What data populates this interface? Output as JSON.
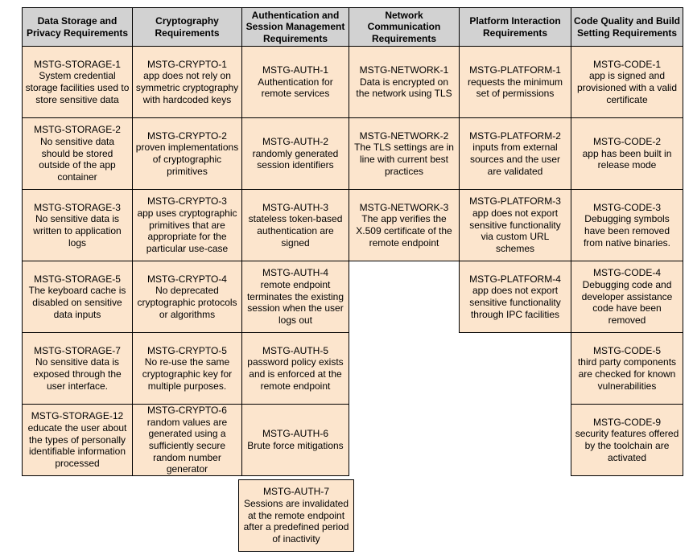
{
  "colors": {
    "header_bg": "#d2d2d2",
    "cell_bg": "#fce5cd",
    "border": "#000000",
    "page_bg": "#ffffff"
  },
  "table": {
    "columns": [
      {
        "header": "Data Storage and Privacy Requirements",
        "cells": [
          {
            "id": "MSTG-STORAGE-1",
            "text": "System credential storage facilities used to store sensitive data"
          },
          {
            "id": "MSTG-STORAGE-2",
            "text": "No sensitive data should be stored outside of the app container"
          },
          {
            "id": "MSTG-STORAGE-3",
            "text": "No sensitive data is written to application logs"
          },
          {
            "id": "MSTG-STORAGE-5",
            "text": "The keyboard cache is disabled on sensitive data inputs"
          },
          {
            "id": "MSTG-STORAGE-7",
            "text": "No sensitive data is exposed through the user interface."
          },
          {
            "id": "MSTG-STORAGE-12",
            "text": "educate the user about the types of personally identifiable information processed"
          }
        ]
      },
      {
        "header": "Cryptography Requirements",
        "cells": [
          {
            "id": "MSTG-CRYPTO-1",
            "text": "app does not rely on symmetric cryptography with hardcoded keys"
          },
          {
            "id": "MSTG-CRYPTO-2",
            "text": "proven implementations of cryptographic primitives"
          },
          {
            "id": "MSTG-CRYPTO-3",
            "text": "app uses cryptographic primitives that are appropriate for the particular use-case"
          },
          {
            "id": "MSTG-CRYPTO-4",
            "text": "No deprecated cryptographic protocols or algorithms"
          },
          {
            "id": "MSTG-CRYPTO-5",
            "text": "No re-use the same cryptographic key for multiple purposes."
          },
          {
            "id": "MSTG-CRYPTO-6",
            "text": "random values are generated using a sufficiently secure random number generator"
          }
        ]
      },
      {
        "header": "Authentication and Session Management Requirements",
        "cells": [
          {
            "id": "MSTG-AUTH-1",
            "text": "Authentication for remote services"
          },
          {
            "id": "MSTG-AUTH-2",
            "text": "randomly generated session identifiers"
          },
          {
            "id": "MSTG-AUTH-3",
            "text": "stateless token-based authentication are signed"
          },
          {
            "id": "MSTG-AUTH-4",
            "text": "remote endpoint terminates the existing session when the user logs out"
          },
          {
            "id": "MSTG-AUTH-5",
            "text": "password policy exists and is enforced at the remote endpoint"
          },
          {
            "id": "MSTG-AUTH-6",
            "text": "Brute force mitigations"
          },
          {
            "id": "MSTG-AUTH-7",
            "text": "Sessions are invalidated at the remote endpoint after a predefined period of inactivity"
          }
        ]
      },
      {
        "header": "Network Communication Requirements",
        "cells": [
          {
            "id": "MSTG-NETWORK-1",
            "text": "Data is encrypted on the network using TLS"
          },
          {
            "id": "MSTG-NETWORK-2",
            "text": "The TLS settings are in line with current best practices"
          },
          {
            "id": "MSTG-NETWORK-3",
            "text": "The app verifies the X.509 certificate of the remote endpoint"
          }
        ]
      },
      {
        "header": "Platform Interaction Requirements",
        "cells": [
          {
            "id": "MSTG-PLATFORM-1",
            "text": "requests the minimum set of permissions"
          },
          {
            "id": "MSTG-PLATFORM-2",
            "text": "inputs from external sources and the user are validated"
          },
          {
            "id": "MSTG-PLATFORM-3",
            "text": "app does not export sensitive functionality via custom URL schemes"
          },
          {
            "id": "MSTG-PLATFORM-4",
            "text": "app does not export sensitive functionality through IPC facilities"
          }
        ]
      },
      {
        "header": "Code Quality and Build Setting Requirements",
        "cells": [
          {
            "id": "MSTG-CODE-1",
            "text": "app is signed and provisioned with a valid certificate"
          },
          {
            "id": "MSTG-CODE-2",
            "text": "app has been built in release mode"
          },
          {
            "id": "MSTG-CODE-3",
            "text": "Debugging symbols have been removed from native binaries."
          },
          {
            "id": "MSTG-CODE-4",
            "text": "Debugging code and developer assistance code have been removed"
          },
          {
            "id": "MSTG-CODE-5",
            "text": "third party components are checked for known vulnerabilities"
          },
          {
            "id": "MSTG-CODE-9",
            "text": "security features offered by the toolchain are activated"
          }
        ]
      }
    ]
  }
}
